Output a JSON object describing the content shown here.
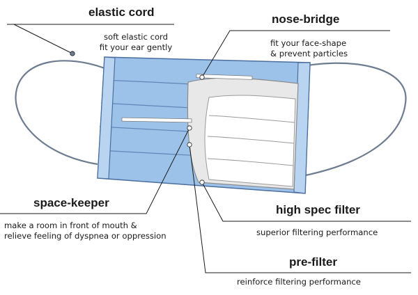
{
  "colors": {
    "mask_blue": "#9cc2ea",
    "mask_blue_light": "#b9d4f1",
    "mask_edge": "#4a6f9e",
    "inner_gray": "#e8e8e8",
    "line": "#1a1a1a"
  },
  "labels": {
    "elastic_cord": {
      "title": "elastic cord",
      "desc": [
        "soft elastic cord",
        "fit your ear gently"
      ]
    },
    "nose_bridge": {
      "title": "nose-bridge",
      "desc": [
        "fit your face-shape",
        "& prevent particles"
      ]
    },
    "space_keeper": {
      "title": "space-keeper",
      "desc": [
        "make a room in front of mouth &",
        "relieve feeling of dyspnea or oppression"
      ]
    },
    "high_spec_filter": {
      "title": "high spec filter",
      "desc": [
        "superior filtering performance"
      ]
    },
    "pre_filter": {
      "title": "pre-filter",
      "desc": [
        "reinforce filtering performance"
      ]
    }
  }
}
